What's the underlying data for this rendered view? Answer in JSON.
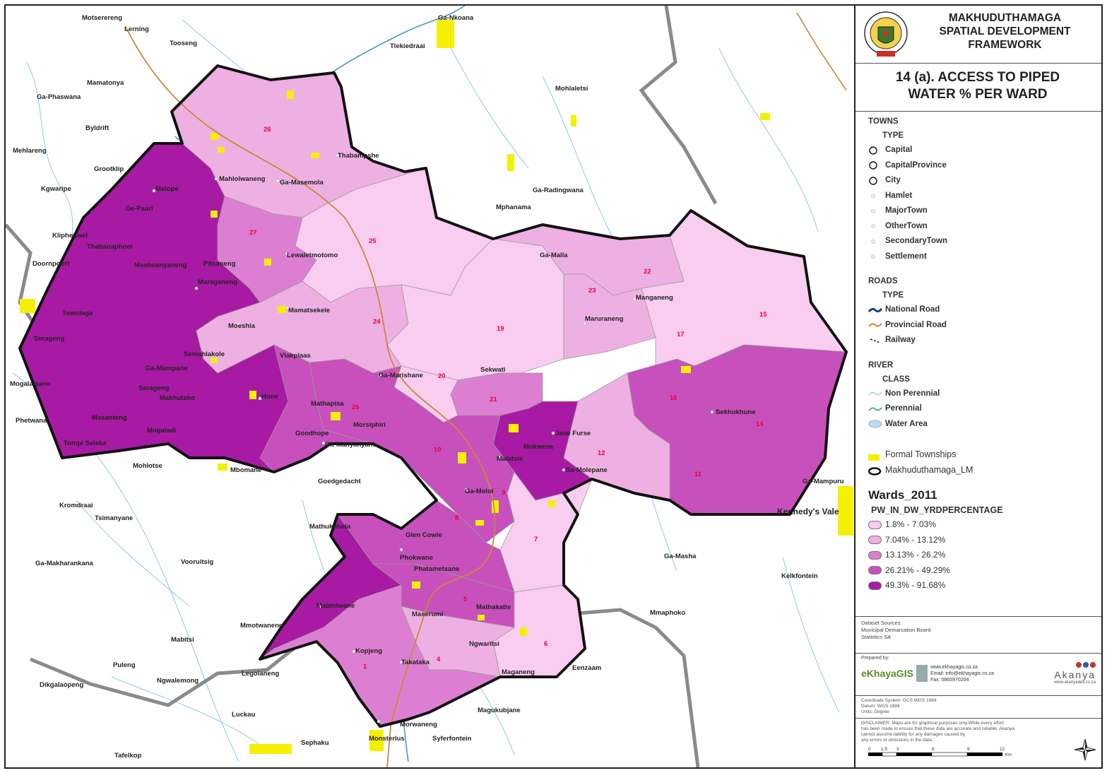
{
  "header": {
    "org_line1": "MAKHUDUTHAMAGA",
    "org_line2": "SPATIAL DEVELOPMENT",
    "org_line3": "FRAMEWORK",
    "map_title_line1": "14 (a). ACCESS TO PIPED",
    "map_title_line2": "WATER % PER WARD"
  },
  "legend": {
    "towns": {
      "heading": "TOWNS",
      "sub": "TYPE",
      "items": [
        "Capital",
        "CapitalProvince",
        "City",
        "Hamlet",
        "MajorTown",
        "OtherTown",
        "SecondaryTown",
        "Settlement"
      ]
    },
    "roads": {
      "heading": "ROADS",
      "sub": "TYPE",
      "items": [
        {
          "label": "National Road",
          "color": "#1a3f9a"
        },
        {
          "label": "Provincial Road",
          "color": "#c8883a"
        },
        {
          "label": "Railway",
          "color": "#222222"
        }
      ]
    },
    "river": {
      "heading": "RIVER",
      "sub": "CLASS",
      "items": [
        {
          "label": "Non Perennial",
          "color": "#8fc7e8"
        },
        {
          "label": "Perennial",
          "color": "#4a9ac4"
        },
        {
          "label": "Water Area",
          "color": "#bcdcf0"
        }
      ]
    },
    "formal_townships": "Formal Townships",
    "lm_boundary": "Makhuduthamaga_LM",
    "wards_title": "Wards_2011",
    "field_name": "PW_IN_DW_YRDPERCENTAGE",
    "classes": [
      {
        "label": "1.8% - 7.03%",
        "color": "#f8cdf0"
      },
      {
        "label": "7.04% - 13.12%",
        "color": "#eeb0e2"
      },
      {
        "label": "13.13% - 26.2%",
        "color": "#dc7fd2"
      },
      {
        "label": "26.21% - 49.29%",
        "color": "#c750bc"
      },
      {
        "label": "49.3% - 91.68%",
        "color": "#a81aa3"
      }
    ]
  },
  "sources": {
    "line1": "Dataset Sources:",
    "line2": "Municipal Demarcation Board",
    "line3": "Statistics SA"
  },
  "prepared": {
    "label": "Prepared by:",
    "company": "eKhayaGIS",
    "web": "www.ekhayagis.co.za",
    "email": "Email: info@ekhayagis.co.za",
    "fax": "Fax: 0865970204",
    "partner": "Akanya",
    "partner_web": "www.akanyadev.co.za"
  },
  "coords": {
    "system": "Coordinate System: GCS WGS 1984",
    "datum": "Datum: WGS 1984",
    "units": "Units: Degree"
  },
  "disclaimer": {
    "line1": "DISCLAIMER: Maps are for graphical purposes only.While every effort",
    "line2": "has been made to ensure that these data are accurate and reliable, Akanya",
    "line3": "cannot assume liability for any damages caused by",
    "line4": "any errors or omissions in the data.",
    "scale_ticks": [
      "0",
      "1.5",
      "3",
      "6",
      "9",
      "12"
    ],
    "scale_unit": "Km"
  },
  "places": {
    "p1": "Motserereng",
    "p2": "Lerning",
    "p3": "Tooseng",
    "p4": "Ga-Nkoana",
    "p5": "Tlekiedraai",
    "p6": "Mamatonya",
    "p7": "Ga-Phaswana",
    "p8": "Mohlaletsi",
    "p9": "Byldrift",
    "p10": "Mehlareng",
    "p11": "Grootklip",
    "p12": "Kgwaripe",
    "p13": "Thabampshe",
    "p14": "Ga-Masemola",
    "p15": "Ga-Radingwana",
    "p16": "Malope",
    "p17": "Mahlolwaneng",
    "p18": "De-Paarl",
    "p19": "Mphanama",
    "p20": "Klipheuwel",
    "p21": "Thabanaphoni",
    "p22": "Doornpoort",
    "p23": "Lewaletmotomo",
    "p24": "Mashoanyaneng",
    "p25": "Pitsaneng",
    "p26": "Maraganeng",
    "p27": "Ga-Malla",
    "p28": "Manganeng",
    "p29": "Maruraneng",
    "p30": "Towolaga",
    "p31": "Mamatsekele",
    "p32": "Moeshia",
    "p33": "Serageng",
    "p34": "Semahlakole",
    "p35": "Vlakplaas",
    "p36": "Ga-Mampane",
    "p37": "Ga-Marishane",
    "p38": "Sekwati",
    "p39": "Mogalatsane",
    "p40": "Serageng",
    "p41": "Makhutsho",
    "p42": "Hone",
    "p43": "Mathapisa",
    "p44": "Phetwana",
    "p45": "Masanteng",
    "p46": "Mogaladi",
    "p47": "Morsiphiri",
    "p48": "Sekhukhune",
    "p49": "Goodhope",
    "p50": "Jane Furse",
    "p51": "Tompi Seleka",
    "p52": "Ga-Manyanyane",
    "p53": "Mokwene",
    "p54": "Malatsie",
    "p55": "Mohlotse",
    "p56": "Mbomane",
    "p57": "Ga-Molepane",
    "p58": "Goedgedacht",
    "p59": "Ga-Moloi",
    "p60": "Ga-Mampuru",
    "p61": "Kromdraai",
    "p62": "Tsimanyane",
    "p63": "Kennedy's Vale",
    "p64": "Mathukuhela",
    "p65": "Glen Cowie",
    "p66": "Ga-Makharankana",
    "p67": "Vooruitsig",
    "p68": "Phokwane",
    "p69": "Phatametsane",
    "p70": "Ga-Masha",
    "p71": "Kelkfontein",
    "p72": "Mabintwane",
    "p73": "Maserumi",
    "p74": "Mathakatle",
    "p75": "Mmotwaneng",
    "p76": "Mmaphoko",
    "p77": "Mabitsi",
    "p78": "Kopjeng",
    "p79": "Ngwaritsi",
    "p80": "Takataka",
    "p81": "Puleng",
    "p82": "Legolaneng",
    "p83": "Maganeng",
    "p84": "Eenzaam",
    "p85": "Ngwalemong",
    "p86": "Dikgalaopeng",
    "p87": "Magukubjane",
    "p88": "Luckau",
    "p89": "Morwaneng",
    "p90": "Sephaku",
    "p91": "Syferfontein",
    "p92": "Monsterlus",
    "p93": "Tafelkop"
  },
  "wards": {
    "w1": "1",
    "w4": "4",
    "w5": "5",
    "w6": "6",
    "w7": "7",
    "w8": "8",
    "w9": "9",
    "w10": "10",
    "w11": "11",
    "w12": "12",
    "w14": "14",
    "w15": "15",
    "w16": "16",
    "w17": "17",
    "w19": "19",
    "w20": "20",
    "w21": "21",
    "w22": "22",
    "w23": "23",
    "w24": "24",
    "w25": "25",
    "w26": "26",
    "w27": "27"
  }
}
